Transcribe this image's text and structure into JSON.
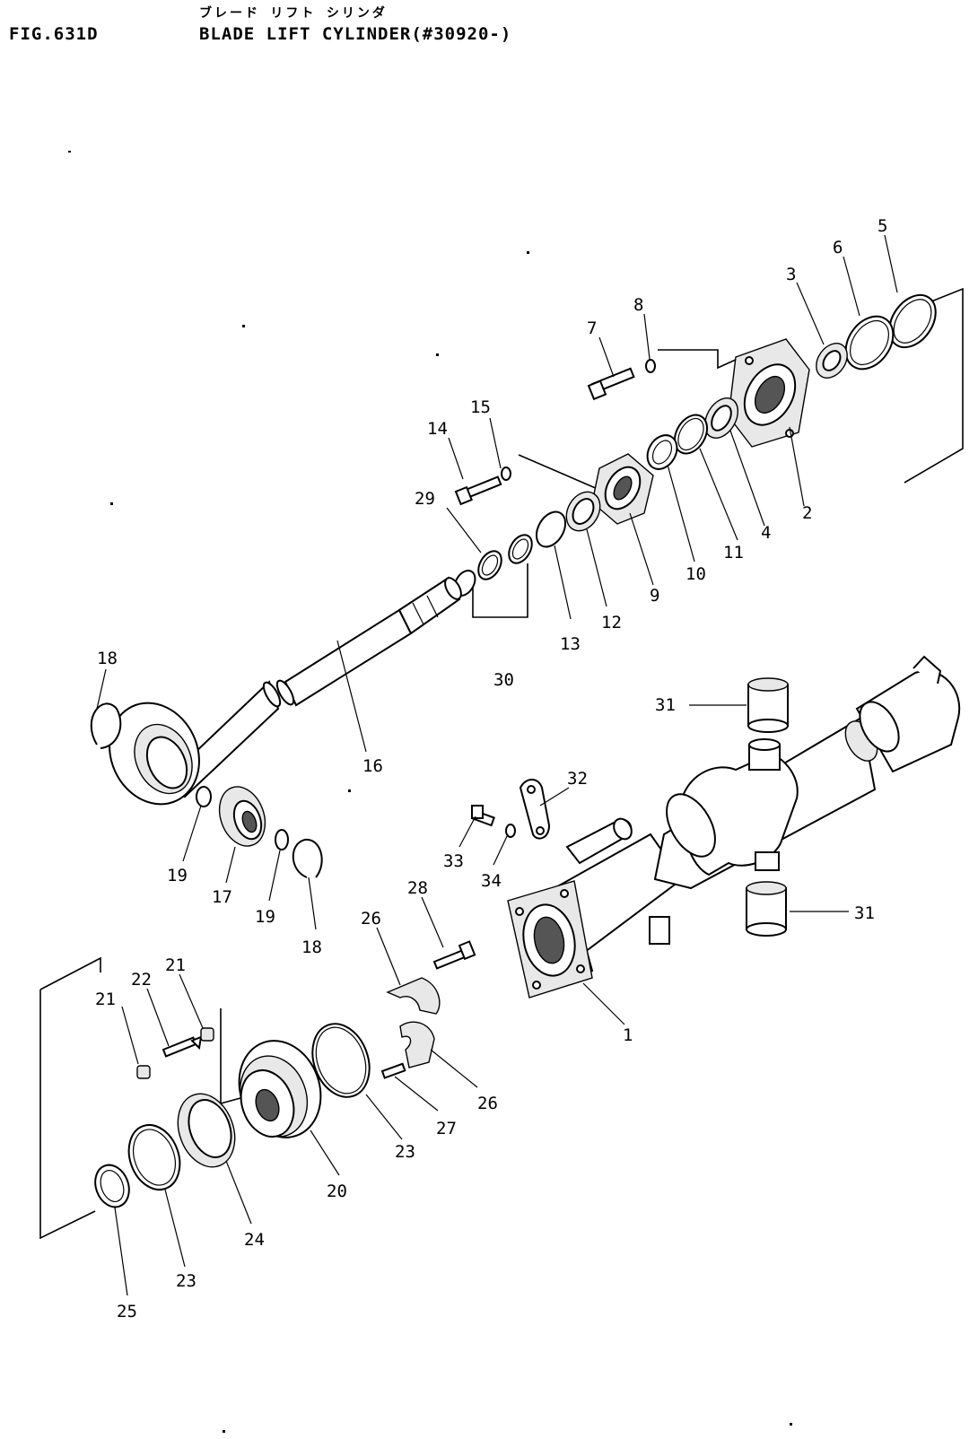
{
  "header": {
    "figure_number": "FIG.631D",
    "title_kana": "ブレード リフト シリンダ",
    "title": "BLADE LIFT CYLINDER(#30920-)"
  },
  "callouts": [
    {
      "id": "c5",
      "label": "5"
    },
    {
      "id": "c6",
      "label": "6"
    },
    {
      "id": "c3",
      "label": "3"
    },
    {
      "id": "c8",
      "label": "8"
    },
    {
      "id": "c7",
      "label": "7"
    },
    {
      "id": "c15",
      "label": "15"
    },
    {
      "id": "c14",
      "label": "14"
    },
    {
      "id": "c29",
      "label": "29"
    },
    {
      "id": "c2",
      "label": "2"
    },
    {
      "id": "c4",
      "label": "4"
    },
    {
      "id": "c11",
      "label": "11"
    },
    {
      "id": "c10",
      "label": "10"
    },
    {
      "id": "c9",
      "label": "9"
    },
    {
      "id": "c12",
      "label": "12"
    },
    {
      "id": "c13",
      "label": "13"
    },
    {
      "id": "c30",
      "label": "30"
    },
    {
      "id": "c18a",
      "label": "18"
    },
    {
      "id": "c16",
      "label": "16"
    },
    {
      "id": "c31a",
      "label": "31"
    },
    {
      "id": "c32",
      "label": "32"
    },
    {
      "id": "c33",
      "label": "33"
    },
    {
      "id": "c34",
      "label": "34"
    },
    {
      "id": "c19a",
      "label": "19"
    },
    {
      "id": "c17",
      "label": "17"
    },
    {
      "id": "c19b",
      "label": "19"
    },
    {
      "id": "c18b",
      "label": "18"
    },
    {
      "id": "c28",
      "label": "28"
    },
    {
      "id": "c26a",
      "label": "26"
    },
    {
      "id": "c31b",
      "label": "31"
    },
    {
      "id": "c1",
      "label": "1"
    },
    {
      "id": "c21a",
      "label": "21"
    },
    {
      "id": "c22",
      "label": "22"
    },
    {
      "id": "c21b",
      "label": "21"
    },
    {
      "id": "c26b",
      "label": "26"
    },
    {
      "id": "c27",
      "label": "27"
    },
    {
      "id": "c23a",
      "label": "23"
    },
    {
      "id": "c20",
      "label": "20"
    },
    {
      "id": "c24",
      "label": "24"
    },
    {
      "id": "c23b",
      "label": "23"
    },
    {
      "id": "c25",
      "label": "25"
    }
  ]
}
